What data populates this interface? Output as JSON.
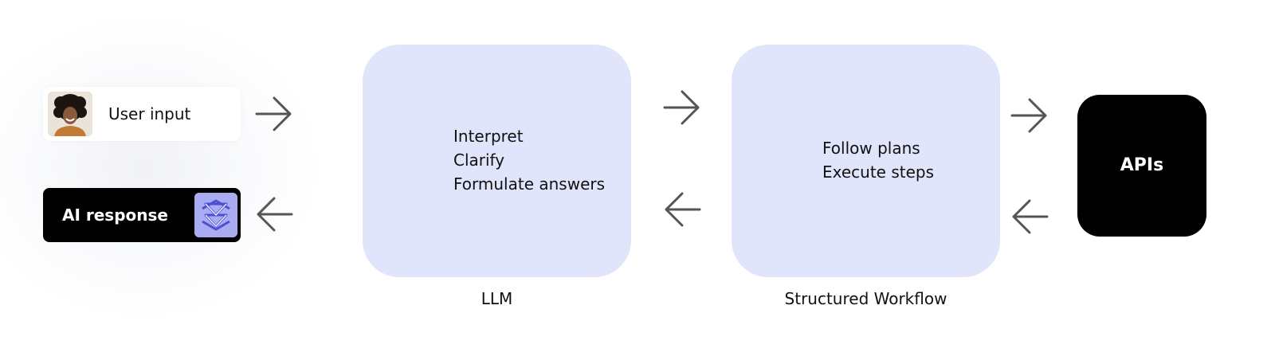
{
  "user_input": {
    "label": "User input"
  },
  "ai_response": {
    "label": "AI response"
  },
  "llm": {
    "lines": [
      "Interpret",
      "Clarify",
      "Formulate answers"
    ],
    "caption": "LLM"
  },
  "workflow": {
    "lines": [
      "Follow plans",
      "Execute steps"
    ],
    "caption": "Structured Workflow"
  },
  "apis": {
    "label": "APIs"
  },
  "colors": {
    "box_fill": "#e1e5fb",
    "dark": "#000000",
    "arrow": "#555555",
    "logo": "#a9acf0"
  },
  "icons": {
    "arrow_right": "arrow-right-icon",
    "arrow_left": "arrow-left-icon",
    "avatar": "user-avatar",
    "logo": "ai-logo-icon"
  }
}
